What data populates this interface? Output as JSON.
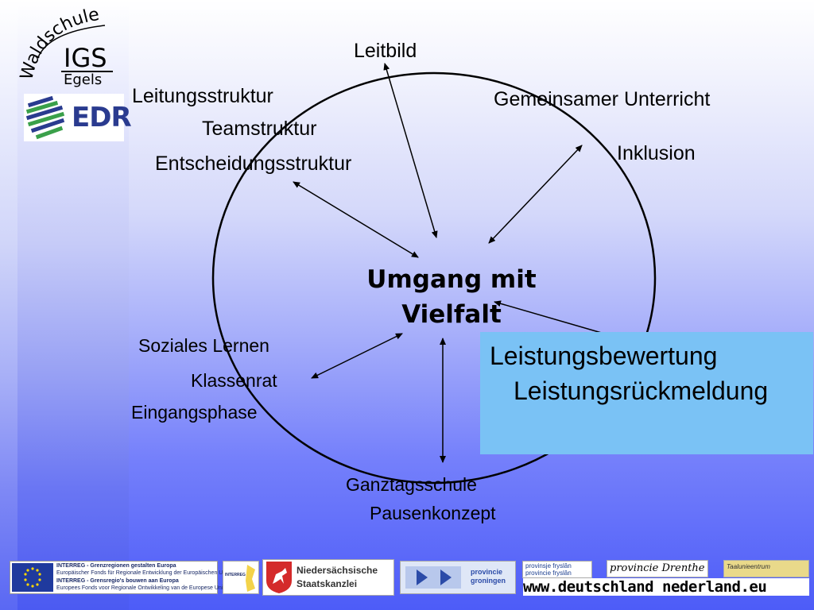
{
  "logo": {
    "waldschule": "Waldschule",
    "igs": "IGS",
    "egels": "Egels",
    "edr": "EDR"
  },
  "diagram": {
    "center_title": [
      "Umgang mit",
      "Vielfalt"
    ],
    "labels": {
      "leitbild": "Leitbild",
      "leitungsstruktur": "Leitungsstruktur",
      "teamstruktur": "Teamstruktur",
      "entscheidungsstruktur": "Entscheidungsstruktur",
      "gemeinsamer_unterricht": "Gemeinsamer Unterricht",
      "inklusion": "Inklusion",
      "soziales_lernen": "Soziales Lernen",
      "klassenrat": "Klassenrat",
      "eingangsphase": "Eingangsphase",
      "ganztagsschule": "Ganztagsschule",
      "pausenkonzept": "Pausenkonzept"
    },
    "highlight": {
      "line1": "Leistungsbewertung",
      "line2": "Leistungsrückmeldung",
      "color": "#7ac2f5"
    }
  },
  "footer": {
    "interreg_line1": "INTERREG - Grenzregionen gestalten Europa",
    "interreg_line2": "Europäischer Fonds für Regionale Entwicklung der Europäischen Union",
    "interreg_line3": "INTERREG - Grensregio's bouwen aan Europa",
    "interreg_line4": "Europees Fonds voor Regionale Ontwikkeling van de Europese Unie",
    "interreg_small": "INTERREG",
    "niedersachsen_line1": "Niedersächsische",
    "niedersachsen_line2": "Staatskanzlei",
    "groningen_line1": "provincie",
    "groningen_line2": "groningen",
    "fryslan_line1": "provinsje fryslân",
    "fryslan_line2": "provincie fryslân",
    "drenthe": "provincie Drenthe",
    "taal": "Taalunieentrum",
    "url": "www.deutschland nederland.eu"
  },
  "colors": {
    "background_top": "#ffffff",
    "background_bottom": "#4d5cf8",
    "highlight_box": "#7ac2f5",
    "edr_blue": "#2a3b8f"
  }
}
